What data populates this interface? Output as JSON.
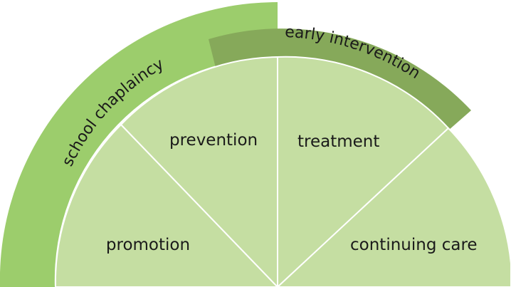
{
  "diagram": {
    "segments": [
      {
        "id": "promotion",
        "label": "promotion",
        "color": "#c5dea2"
      },
      {
        "id": "prevention",
        "label": "prevention",
        "color": "#c5dea2"
      },
      {
        "id": "treatment",
        "label": "treatment",
        "color": "#c5dea2"
      },
      {
        "id": "continuing-care",
        "label": "continuing care",
        "color": "#c5dea2"
      }
    ],
    "outer_bands": [
      {
        "id": "school-chaplaincy",
        "label": "school chaplaincy",
        "color": "#9ccd6c"
      },
      {
        "id": "early-intervention",
        "label": "early intervention",
        "color": "#86a95a"
      }
    ],
    "divider_color": "#ffffff"
  }
}
